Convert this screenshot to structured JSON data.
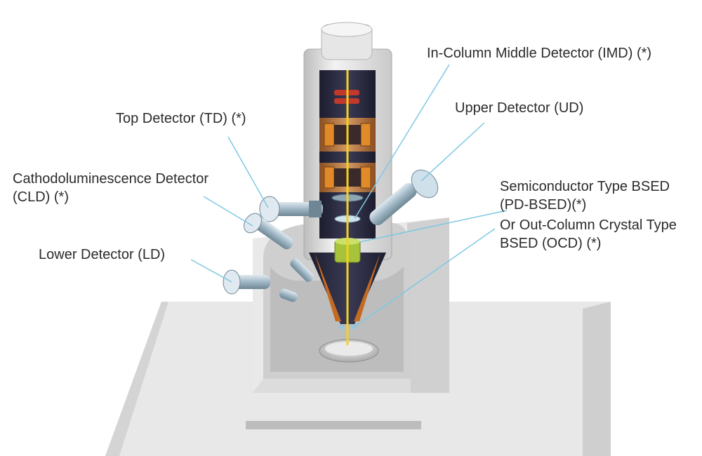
{
  "labels": {
    "imd": {
      "line1": "In-Column Middle Detector (IMD) (*)"
    },
    "ud": {
      "line1": "Upper Detector (UD)"
    },
    "td": {
      "line1": "Top Detector (TD) (*)"
    },
    "cld": {
      "line1": "Cathodoluminescence Detector",
      "line2": "(CLD) (*)"
    },
    "ld": {
      "line1": "Lower Detector (LD)"
    },
    "semi": {
      "line1": "Semiconductor Type BSED",
      "line2": "(PD-BSED)(*)"
    },
    "ocd": {
      "line1": "Or Out-Column Crystal Type",
      "line2": "BSED (OCD) (*)"
    }
  },
  "colors": {
    "leader_line": "#7ec8e3",
    "electron_beam": "#f2d21e",
    "column_interior": "#2a2a40",
    "lens_copper": "#b8753f",
    "lens_coil": "#c0392b",
    "octagon_detector": "#a6c33b",
    "housing_gray": "#d6d6d6",
    "detector_steel": "#9fb6c5"
  },
  "icons": {
    "column": "sem-column-icon",
    "chamber": "specimen-chamber-icon",
    "stage": "sample-stage-icon",
    "detector": "detector-cylinder-icon"
  }
}
